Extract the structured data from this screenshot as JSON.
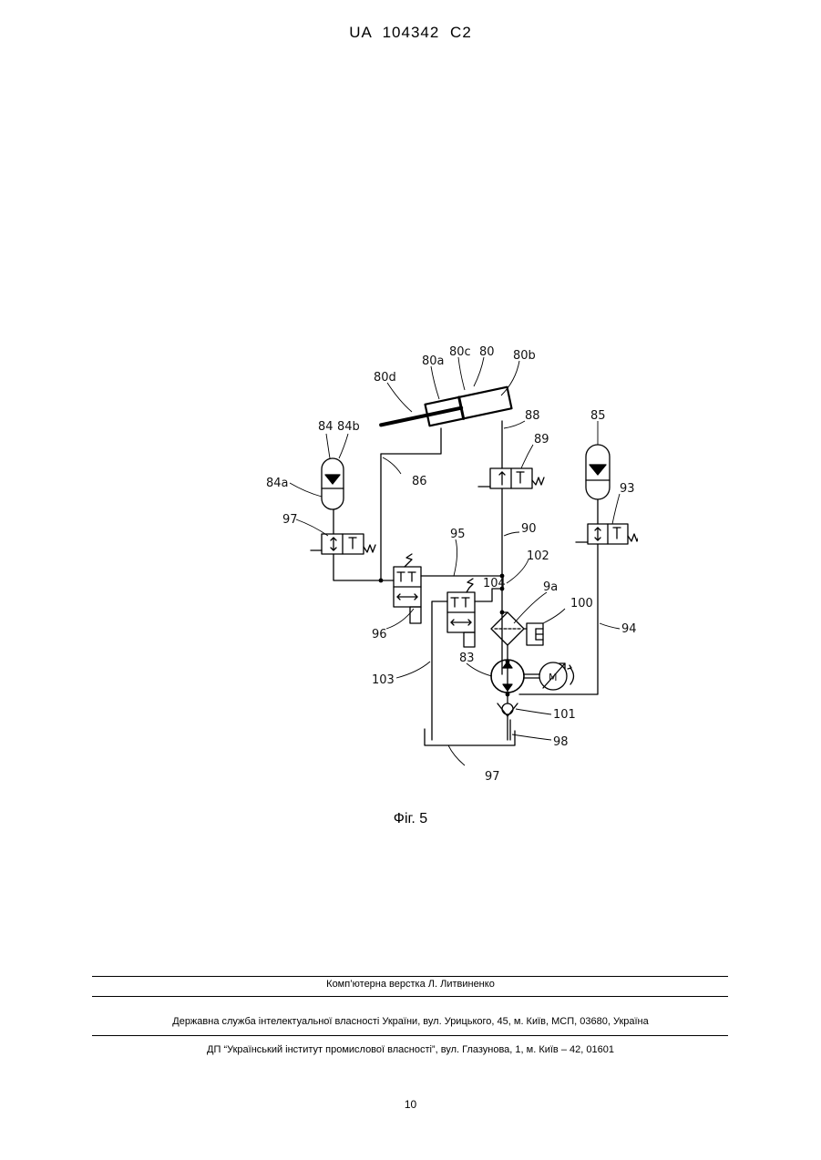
{
  "header": {
    "text": "UA   104342   C2"
  },
  "figure": {
    "caption": "Фіг. 5",
    "labels": {
      "l80d": "80d",
      "l80a": "80a",
      "l80c": "80c",
      "l80": "80",
      "l80b": "80b",
      "l88": "88",
      "l89": "89",
      "l86": "86",
      "l84": "84",
      "l84b": "84b",
      "l84a": "84a",
      "l85": "85",
      "l93": "93",
      "l97a": "97",
      "l95": "95",
      "l90": "90",
      "l102": "102",
      "l104": "104",
      "l9a": "9a",
      "l100": "100",
      "l96": "96",
      "l94": "94",
      "l103": "103",
      "l83": "83",
      "l101": "101",
      "l98": "98",
      "l97b": "97",
      "motor": "M"
    }
  },
  "footer": {
    "line1": "Комп’ютерна верстка Л. Литвиненко",
    "line2": "Державна служба інтелектуальної власності України, вул. Урицького, 45, м. Київ, МСП, 03680, Україна",
    "line3": "ДП “Український інститут промислової власності”, вул. Глазунова, 1, м. Київ – 42, 01601"
  },
  "page_number": "10"
}
